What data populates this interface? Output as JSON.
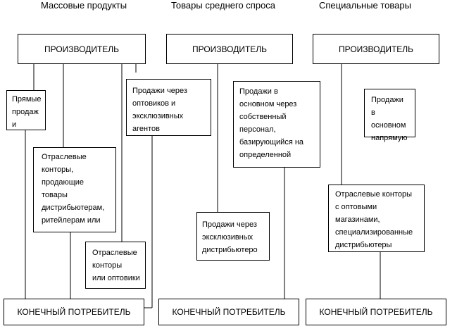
{
  "columns": [
    {
      "heading": "Массовые продукты",
      "producer": "ПРОИЗВОДИТЕЛЬ",
      "consumer": "КОНЕЧНЫЙ ПОТРЕБИТЕЛЬ",
      "channels": [
        "Прямые\nпродаж\nи",
        "Отраслевые\nконторы,\nпродающие\nтовары\nдистрибьютерам,\nритейлерам или",
        "Отраслевые\nконторы\nили  оптовики",
        "Продажи через\nоптовиков и\nэксклюзивных\n агентов"
      ]
    },
    {
      "heading": "Товары среднего спроса",
      "producer": "ПРОИЗВОДИТЕЛЬ",
      "consumer": "КОНЕЧНЫЙ ПОТРЕБИТЕЛЬ",
      "channels": [
        "Продажи в\nосновном через\nсобственный\nперсонал,\nбазирующийся на\nопределенной",
        "Продажи через\nэксклюзивных\nдистрибьютеро"
      ]
    },
    {
      "heading": "Специальные товары",
      "producer": "ПРОИЗВОДИТЕЛЬ",
      "consumer": "КОНЕЧНЫЙ ПОТРЕБИТЕЛЬ",
      "channels": [
        "Продажи\nв\nосновном\nнапрямую",
        "Отраслевые конторы\nс оптовыми\nмагазинами,\nспециализированные\nдистрибьютеры"
      ]
    }
  ]
}
